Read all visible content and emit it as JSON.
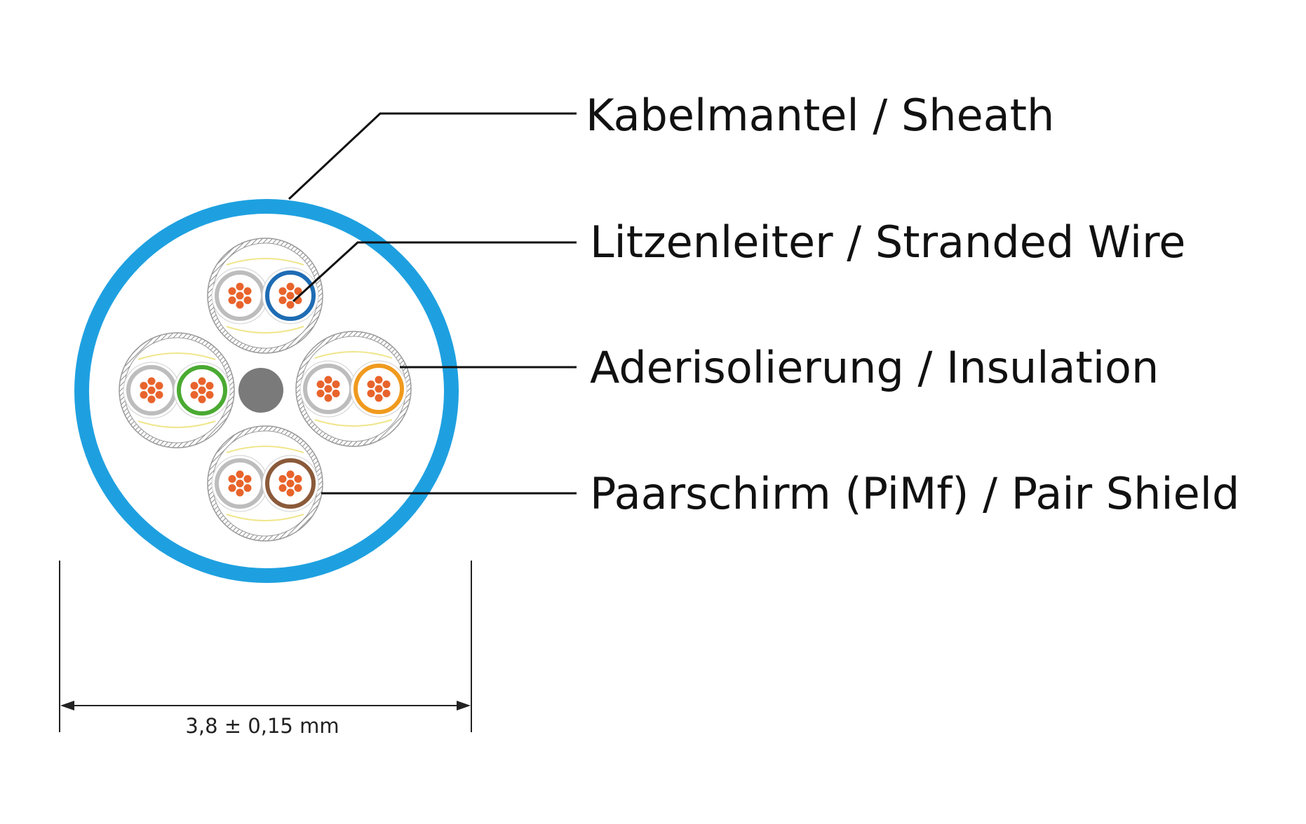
{
  "labels": {
    "sheath": "Kabelmantel / Sheath",
    "stranded_wire": "Litzenleiter / Stranded Wire",
    "insulation": "Aderisolierung / Insulation",
    "pair_shield": "Paarschirm (PiMf) / Pair Shield"
  },
  "dimension": {
    "label": "3,8 ± 0,15 mm"
  },
  "colors": {
    "sheath": "#1ea0e0",
    "filler": "#7a7a7a",
    "conductor": "#e8642c",
    "pair_top": "#1e6cb4",
    "pair_right": "#f09a1e",
    "pair_bottom": "#8a5a3a",
    "pair_left": "#4aaa32",
    "shield": "#9a9a9a",
    "foil": "#f0e68c"
  }
}
